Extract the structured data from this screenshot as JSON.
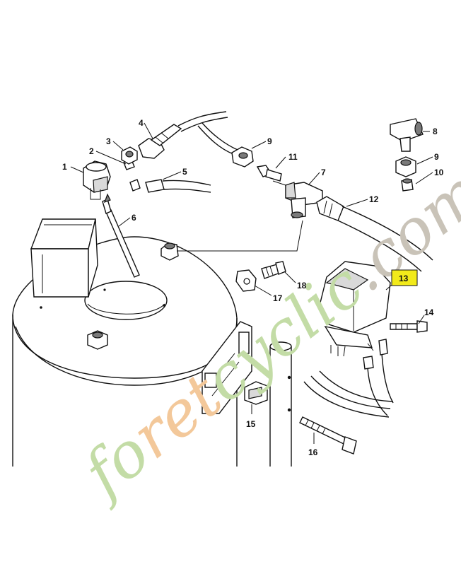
{
  "diagram": {
    "highlight_color": "#f2ea1a",
    "watermark": {
      "text": "foretcyclic.com",
      "colors": {
        "fo": "#c3dca6",
        "ret": "#f3c89a",
        "cyclic": "#c3dca6",
        "com": "#c9c3b8"
      }
    },
    "callouts": [
      {
        "id": "1",
        "label": "1"
      },
      {
        "id": "2",
        "label": "2"
      },
      {
        "id": "3",
        "label": "3"
      },
      {
        "id": "4",
        "label": "4"
      },
      {
        "id": "5",
        "label": "5"
      },
      {
        "id": "6",
        "label": "6"
      },
      {
        "id": "7",
        "label": "7"
      },
      {
        "id": "8",
        "label": "8"
      },
      {
        "id": "9a",
        "label": "9"
      },
      {
        "id": "9b",
        "label": "9"
      },
      {
        "id": "10",
        "label": "10"
      },
      {
        "id": "11",
        "label": "11"
      },
      {
        "id": "12",
        "label": "12"
      },
      {
        "id": "13",
        "label": "13",
        "highlighted": true
      },
      {
        "id": "14",
        "label": "14"
      },
      {
        "id": "15",
        "label": "15"
      },
      {
        "id": "16",
        "label": "16"
      },
      {
        "id": "17",
        "label": "17"
      },
      {
        "id": "18",
        "label": "18"
      }
    ]
  }
}
